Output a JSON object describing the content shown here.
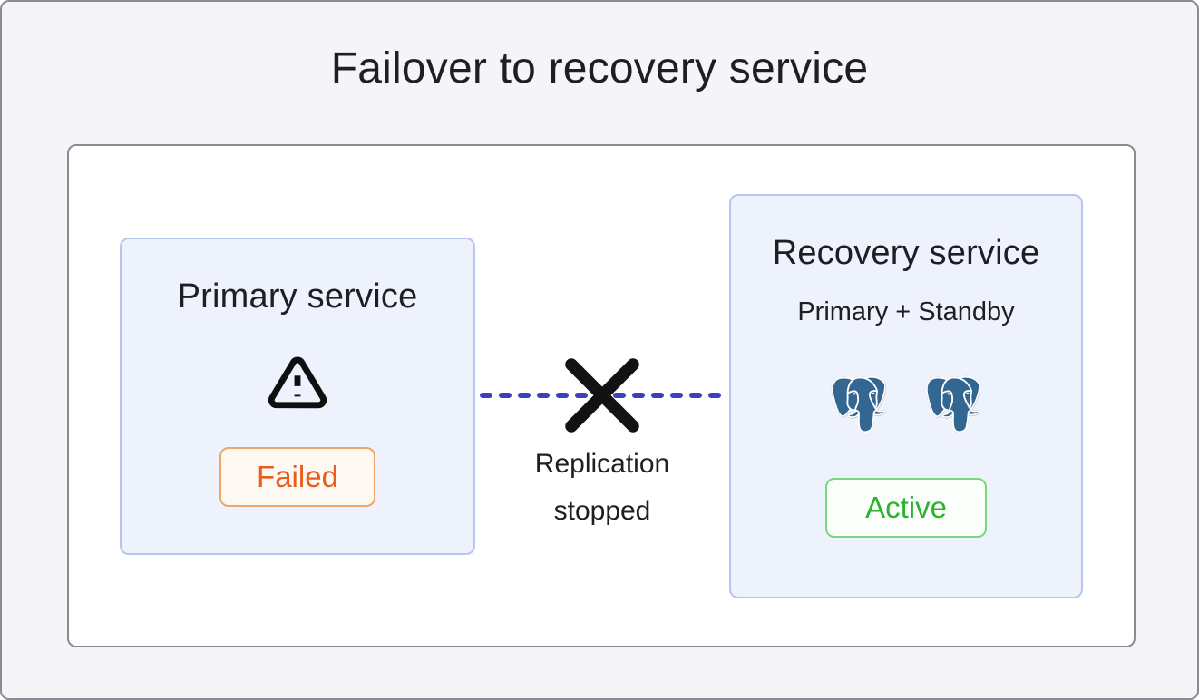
{
  "title": "Failover to recovery service",
  "primary_box": {
    "title": "Primary service",
    "icon": "warning-triangle-icon",
    "status_label": "Failed"
  },
  "recovery_box": {
    "title": "Recovery service",
    "subtitle": "Primary + Standby",
    "icons": [
      "postgresql-icon",
      "postgresql-icon"
    ],
    "status_label": "Active"
  },
  "connection": {
    "label": "Replication stopped",
    "line_style": "dashed",
    "state": "broken"
  },
  "colors": {
    "canvas_bg": "#f5f5f7",
    "outer_border": "#8b8b94",
    "panel_bg": "#ffffff",
    "panel_border": "#8b8b94",
    "node_bg": "#eef2fc",
    "node_border": "#b9c4ee",
    "failed_text": "#e95d1d",
    "failed_border": "#f2a567",
    "failed_bg": "#fdf8f1",
    "active_text": "#29b42d",
    "active_border": "#79d879",
    "active_bg": "#fcfefc",
    "line_blue": "#3a41ba",
    "cross_black": "#121214",
    "postgres_blue": "#336791",
    "text_dark": "#1f1f23"
  }
}
